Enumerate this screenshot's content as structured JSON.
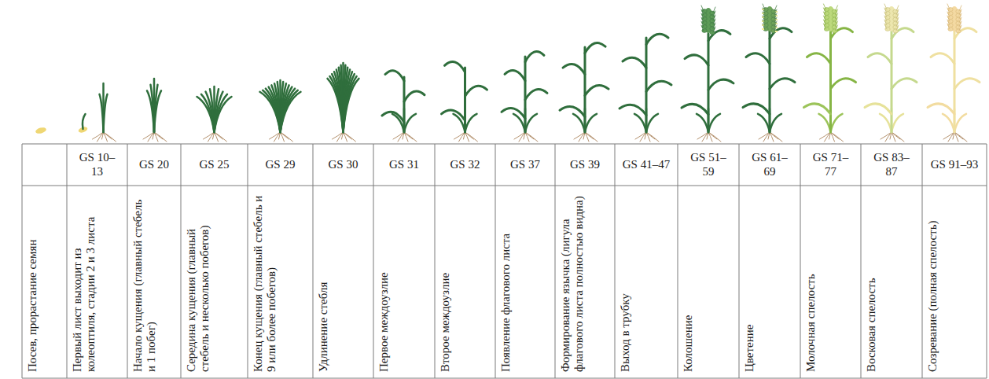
{
  "diagram": {
    "labels": [
      "Посев, прорастание семян",
      "GS 10–13",
      "Первый лист выходит из колеоптиля, стадии 2 и 3 листа",
      "GS 20",
      "Начало кущения (главный стебель и 1 побег)",
      "GS 25",
      "Середина кущения (главный стебель и несколько побегов)",
      "GS 29",
      "Конец кущения (главный стебель и 9 или более побегов)",
      "GS 30",
      "Удлинение стебля",
      "GS 31",
      "Первое междоузлие",
      "GS 32",
      "Второе междоузлие",
      "GS 37",
      "Появление флагового листа",
      "GS 39",
      "Формирование язычка (лигула флагового листа полностью видна)",
      "GS 41–47",
      "Выход в трубку",
      "GS 51–59",
      "Колошение",
      "GS 61–69",
      "Цветение",
      "GS 71–77",
      "Молочная спелость",
      "GS 83–87",
      "Восковая спелость",
      "GS 91–93",
      "Созревание (полная спелость)"
    ]
  }
}
